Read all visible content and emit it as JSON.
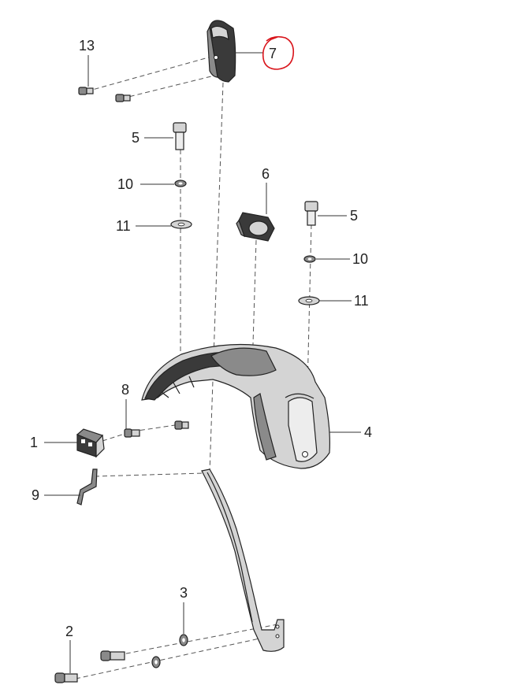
{
  "callouts": {
    "c1": "1",
    "c2": "2",
    "c3": "3",
    "c4": "4",
    "c5a": "5",
    "c5b": "5",
    "c6": "6",
    "c7": "7",
    "c8": "8",
    "c9": "9",
    "c10a": "10",
    "c10b": "10",
    "c11a": "11",
    "c11b": "11",
    "c13": "13"
  },
  "highlight_color": "#d9141b"
}
